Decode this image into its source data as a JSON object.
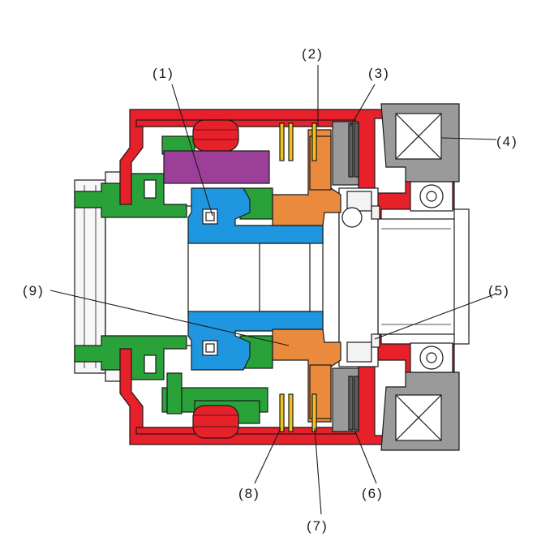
{
  "colors": {
    "housing": "#e8202a",
    "gear_green": "#2aa23a",
    "cam_blue": "#1f96e0",
    "purple": "#9b3f98",
    "orange": "#e98a3c",
    "yellow": "#f2c21a",
    "gray": "#9a9a9a",
    "dark_gray": "#5f5f5f",
    "light": "#f3f3f3",
    "outline": "#1a1a1a"
  },
  "callouts": [
    {
      "id": "1",
      "text": "(1)"
    },
    {
      "id": "2",
      "text": "(2)"
    },
    {
      "id": "3",
      "text": "(3)"
    },
    {
      "id": "4",
      "text": "(4)"
    },
    {
      "id": "5",
      "text": "(5)"
    },
    {
      "id": "6",
      "text": "(6)"
    },
    {
      "id": "7",
      "text": "(7)"
    },
    {
      "id": "8",
      "text": "(8)"
    },
    {
      "id": "9",
      "text": "(9)"
    }
  ]
}
